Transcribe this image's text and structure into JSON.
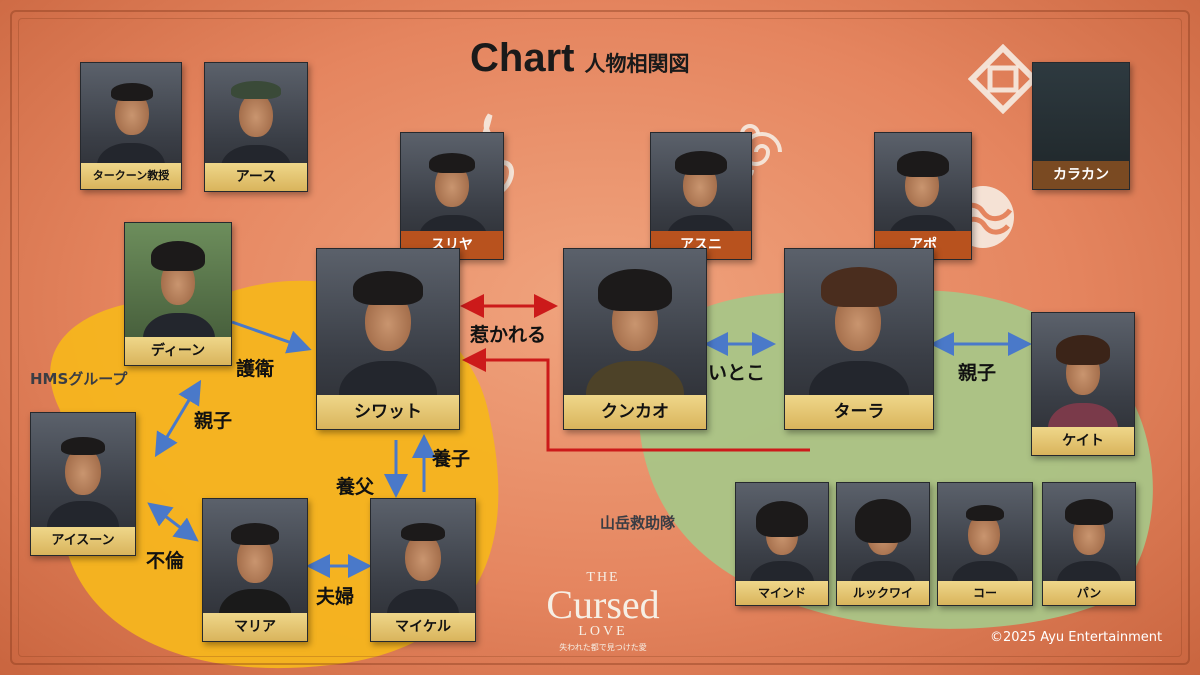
{
  "title": {
    "main": "Chart",
    "sub": "人物相関図"
  },
  "groups": {
    "hms": "HMSグループ",
    "rescue": "山岳救助隊"
  },
  "people": {
    "takhun": "タークーン教授",
    "earth": "アース",
    "suriya": "スリヤ",
    "asuni": "アスニ",
    "apo": "アポ",
    "karakan": "カラカン",
    "dean": "ディーン",
    "siwat": "シワット",
    "kunkao": "クンカオ",
    "tara": "ターラ",
    "kate": "ケイト",
    "aisoon": "アイスーン",
    "maria": "マリア",
    "michael": "マイケル",
    "mind": "マインド",
    "lukwai": "ルックワイ",
    "ko": "コー",
    "pan": "パン"
  },
  "relations": {
    "guard": "護衛",
    "parent_child_1": "親子",
    "attracted": "惹かれる",
    "cousin": "いとこ",
    "parent_child_2": "親子",
    "adopted_child": "養子",
    "adoptive_father": "養父",
    "affair": "不倫",
    "married": "夫婦"
  },
  "logo": {
    "the": "THE",
    "main": "Cursed",
    "love": "LOVE",
    "tag": "失われた都で見つけた愛"
  },
  "copyright": "©2025 Ayu Entertainment",
  "icons": [
    "fire-nation-icon",
    "air-nomad-icon",
    "water-tribe-icon",
    "earth-kingdom-icon"
  ],
  "colors": {
    "background": "#e5855f",
    "hms_area": "#f5b51d",
    "rescue_area": "#a9c587",
    "label_gold": "#d9b45c",
    "label_rust": "#b8521e",
    "label_brown": "#7a4a22",
    "arrow_blue": "#4a79c9",
    "arrow_red": "#cc1a1a"
  }
}
